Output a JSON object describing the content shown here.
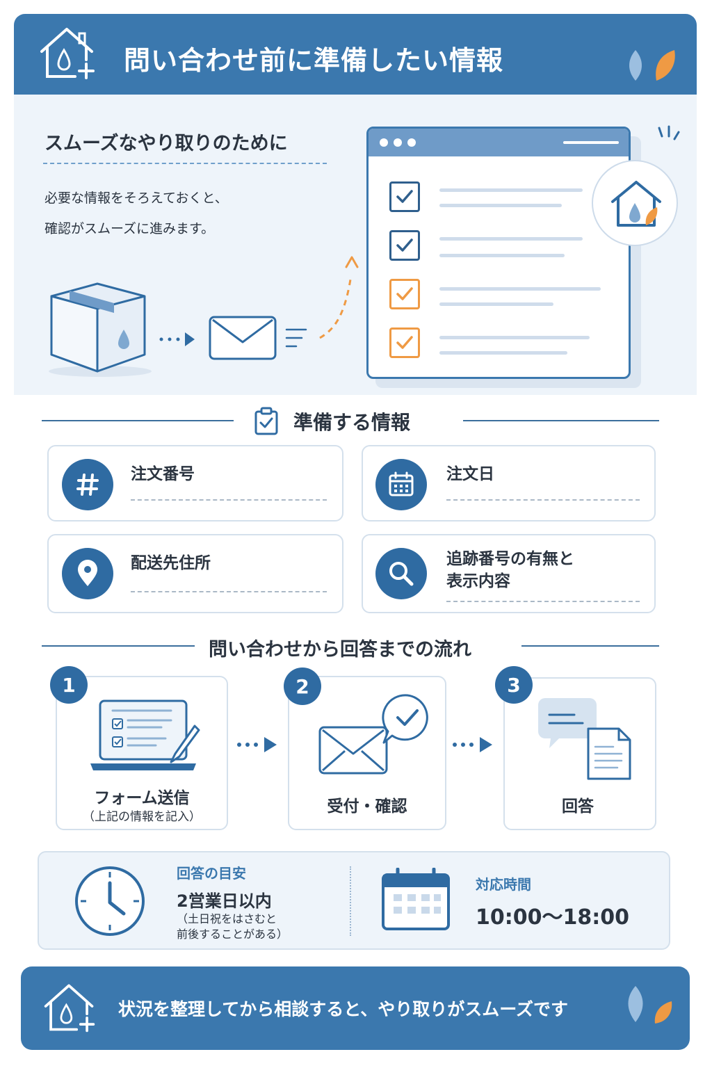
{
  "header": {
    "title": "問い合わせ前に準備したい情報",
    "icon": "house-drop-plus-icon"
  },
  "intro": {
    "heading": "スムーズなやり取りのために",
    "lines": [
      "必要な情報をそろえておくと、",
      "確認がスムーズに進みます。"
    ]
  },
  "prepare": {
    "title": "準備する情報",
    "items": [
      {
        "label": "注文番号",
        "icon": "hash-icon"
      },
      {
        "label": "注文日",
        "icon": "calendar-icon"
      },
      {
        "label": "配送先住所",
        "icon": "location-pin-icon"
      },
      {
        "label_lines": [
          "追跡番号の有無と",
          "表示内容"
        ],
        "icon": "search-icon"
      }
    ]
  },
  "flow": {
    "title": "問い合わせから回答までの流れ",
    "steps": [
      {
        "num": "1",
        "label": "フォーム送信",
        "sub": "（上記の情報を記入）",
        "icon": "laptop-form-icon"
      },
      {
        "num": "2",
        "label": "受付・確認",
        "icon": "envelope-check-icon"
      },
      {
        "num": "3",
        "label": "回答",
        "icon": "chat-document-icon"
      }
    ]
  },
  "response": {
    "label": "回答の目安",
    "value": "2営業日以内",
    "note_lines": [
      "（土日祝をはさむと",
      "前後することがある）"
    ]
  },
  "hours": {
    "label": "対応時間",
    "value": "10:00～18:00"
  },
  "footer": {
    "text": "状況を整理してから相談すると、やり取りがスムーズです"
  },
  "colors": {
    "primary": "#3b78ae",
    "dark_blue": "#2f6ba2",
    "accent_orange": "#ef9a44",
    "panel_bg": "#eef4fa"
  }
}
